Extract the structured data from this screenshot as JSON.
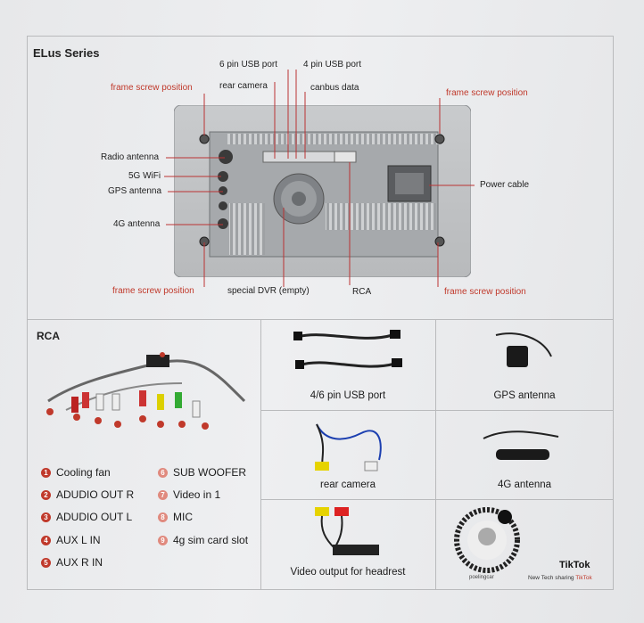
{
  "header": {
    "series": "ELus Series"
  },
  "diagram": {
    "frame_screw": "frame screw position",
    "usb6": "6 pin USB port",
    "usb4": "4 pin USB port",
    "rear_camera": "rear camera",
    "canbus": "canbus data",
    "radio_antenna": "Radio antenna",
    "wifi": "5G WiFi",
    "gps_antenna": "GPS antenna",
    "lte_antenna": "4G antenna",
    "power_cable": "Power cable",
    "dvr": "special DVR (empty)",
    "rca": "RCA"
  },
  "rca": {
    "title": "RCA",
    "legend": [
      {
        "num": "1",
        "label": "Cooling fan"
      },
      {
        "num": "2",
        "label": "ADUDIO OUT R"
      },
      {
        "num": "3",
        "label": "ADUDIO OUT L"
      },
      {
        "num": "4",
        "label": "AUX L IN"
      },
      {
        "num": "5",
        "label": "AUX R IN"
      },
      {
        "num": "6",
        "label": "SUB WOOFER"
      },
      {
        "num": "7",
        "label": "Video in 1"
      },
      {
        "num": "8",
        "label": "MIC"
      },
      {
        "num": "9",
        "label": "4g sim card slot"
      }
    ]
  },
  "accessories": {
    "usb_port": "4/6 pin USB port",
    "gps_antenna": "GPS antenna",
    "rear_camera": "rear camera",
    "lte_antenna": "4G antenna",
    "video_output": "Video output for headrest"
  },
  "qr": {
    "username": "poelingcar",
    "brand": "TikTok",
    "tagline_prefix": "New Tech sharing ",
    "tagline_brand": "TikTok"
  },
  "colors": {
    "accent_red": "#c0392b",
    "text": "#1e1e1e",
    "paper": "#eeeff1"
  }
}
